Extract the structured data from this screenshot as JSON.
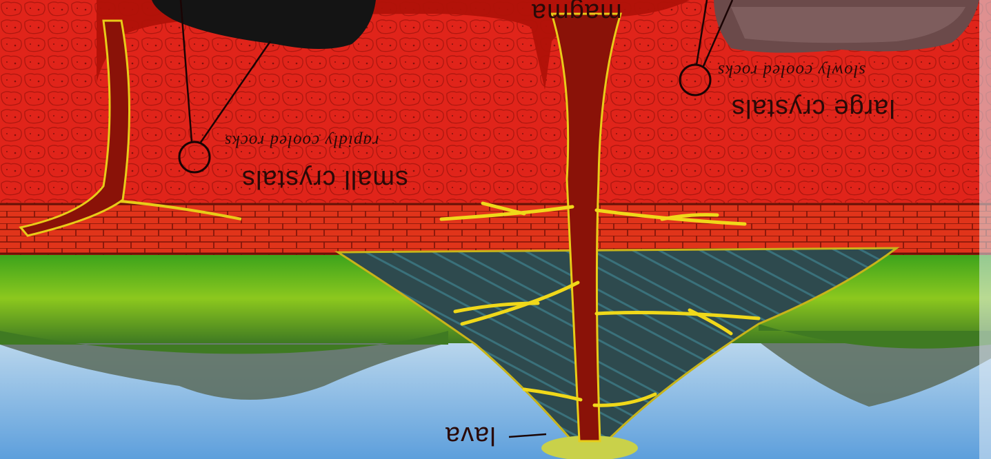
{
  "diagram": {
    "labels": {
      "magma": "magma",
      "lava": "lava",
      "small_crystals": "small crystals",
      "rapidly_cooled_rocks": "rapidly cooled rocks",
      "large_crystals": "large crystals",
      "slowly_cooled_rocks": "slowly cooled rocks"
    },
    "orientation": "upside-down",
    "colors": {
      "sky": "#7fb6e6",
      "grass": "#4fb02a",
      "rock_red": "#e0241a",
      "magma": "#8a1208",
      "vein": "#f0d81a",
      "cone": "#2e4a4e",
      "rock_sample_dark": "#141414",
      "rock_sample_granite": "#6b4a4a"
    }
  }
}
